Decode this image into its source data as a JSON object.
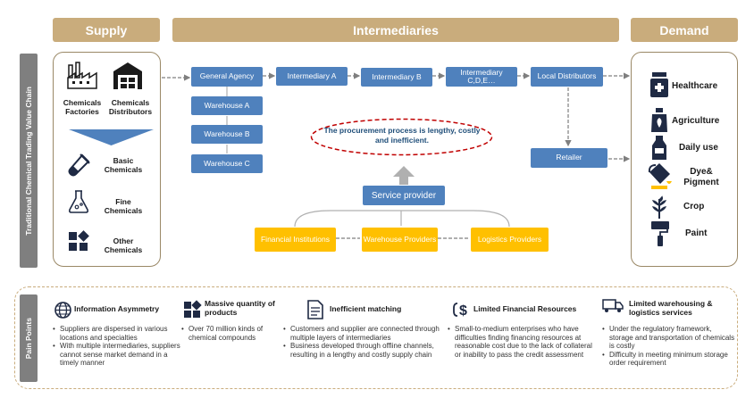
{
  "headers": {
    "supply": "Supply",
    "intermediaries": "Intermediaries",
    "demand": "Demand"
  },
  "side_labels": {
    "value_chain": "Traditional Chemical Trading Value Chain",
    "pain_points": "Pain Points"
  },
  "supply": {
    "factories": "Chemicals Factories",
    "distributors": "Chemicals Distributors",
    "basic": "Basic Chemicals",
    "fine": "Fine Chemicals",
    "other": "Other Chemicals"
  },
  "intermediaries": {
    "general_agency": "General Agency",
    "intermediary_a": "Intermediary A",
    "intermediary_b": "Intermediary B",
    "intermediary_cde": "Intermediary C,D,E…",
    "local_distributors": "Local Distributors",
    "warehouse_a": "Warehouse A",
    "warehouse_b": "Warehouse B",
    "warehouse_c": "Warehouse C",
    "retailer": "Retailer",
    "callout": "The procurement process is lengthy, costly and inefficient.",
    "service_provider": "Service provider",
    "financial_institutions": "Financial Institutions",
    "warehouse_providers": "Warehouse Providers",
    "logistics_providers": "Logistics Providers"
  },
  "demand": {
    "healthcare": "Healthcare",
    "agriculture": "Agriculture",
    "daily_use": "Daily use",
    "dye_pigment": "Dye& Pigment",
    "crop": "Crop",
    "paint": "Paint"
  },
  "pain_points": [
    {
      "title": "Information Asymmetry",
      "icon": "globe-icon",
      "bullets": [
        "Suppliers are dispersed in various locations and specialties",
        "With multiple intermediaries, suppliers cannot sense market demand in a timely manner"
      ]
    },
    {
      "title": "Massive quantity of products",
      "icon": "grid-icon",
      "bullets": [
        "Over 70 million kinds of chemical compounds"
      ]
    },
    {
      "title": "Inefficient matching",
      "icon": "document-icon",
      "bullets": [
        "Customers and supplier are connected through multiple layers of intermediaries",
        "Business developed through offline channels, resulting in a lengthy and costly supply chain"
      ]
    },
    {
      "title": "Limited Financial Resources",
      "icon": "dollar-icon",
      "bullets": [
        "Small-to-medium enterprises who have difficulties finding financing resources at reasonable cost due to the lack of collateral or inability to pass the credit assessment"
      ]
    },
    {
      "title": "Limited warehousing & logistics services",
      "icon": "truck-icon",
      "bullets": [
        "Under the regulatory framework, storage and transportation of chemicals is costly",
        "Difficulty in meeting minimum storage order requirement"
      ]
    }
  ],
  "colors": {
    "header": "#c9ac7c",
    "blue_box": "#4f81bd",
    "yellow_box": "#ffc000",
    "dark_icon": "#1f2a44",
    "callout_border": "#c00000",
    "callout_text": "#1f4e79"
  }
}
